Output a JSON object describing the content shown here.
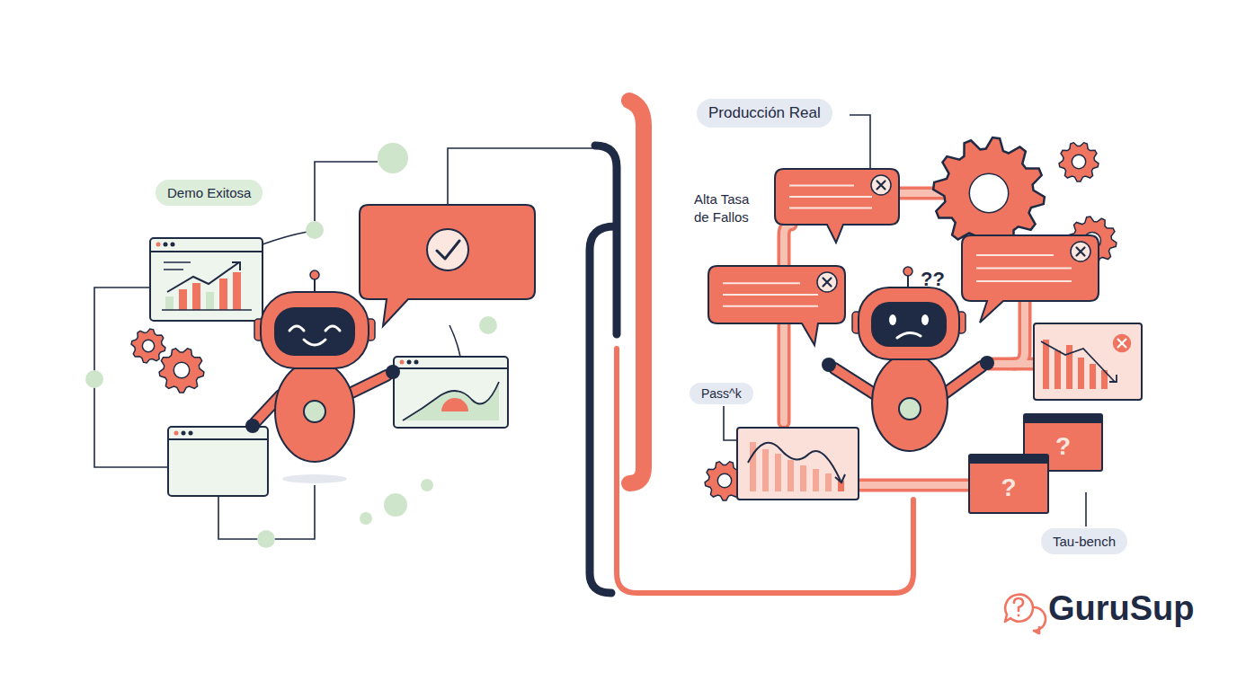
{
  "diagram": {
    "nodes": [
      {
        "text": [
          "Demo Exitosa"
        ]
      },
      {
        "text": [
          "Producción Real"
        ]
      },
      {
        "text": [
          "Pass^k"
        ]
      },
      {
        "text": [
          "?"
        ]
      },
      {
        "text": [
          "?"
        ]
      },
      {
        "text": [
          "Tau-bench"
        ]
      }
    ],
    "labels": [
      "Alta Tasa de Fallos",
      "??",
      "GuruSup"
    ]
  }
}
